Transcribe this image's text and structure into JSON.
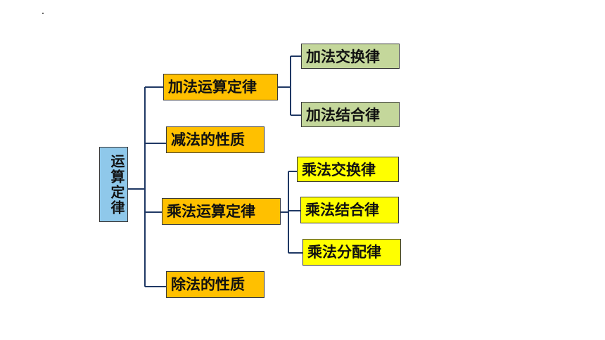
{
  "root": {
    "label": "运算定律"
  },
  "branches": [
    {
      "label": "加法运算定律",
      "children": [
        "加法交换律",
        "加法结合律"
      ]
    },
    {
      "label": "减法的性质",
      "children": []
    },
    {
      "label": "乘法运算定律",
      "children": [
        "乘法交换律",
        "乘法结合律",
        "乘法分配律"
      ]
    },
    {
      "label": "除法的性质",
      "children": []
    }
  ],
  "colors": {
    "root": "#8fc8ea",
    "level1": "#ffc000",
    "addition_children": "#c4d79b",
    "multiplication_children": "#ffff00",
    "connector": "#1f3864"
  }
}
